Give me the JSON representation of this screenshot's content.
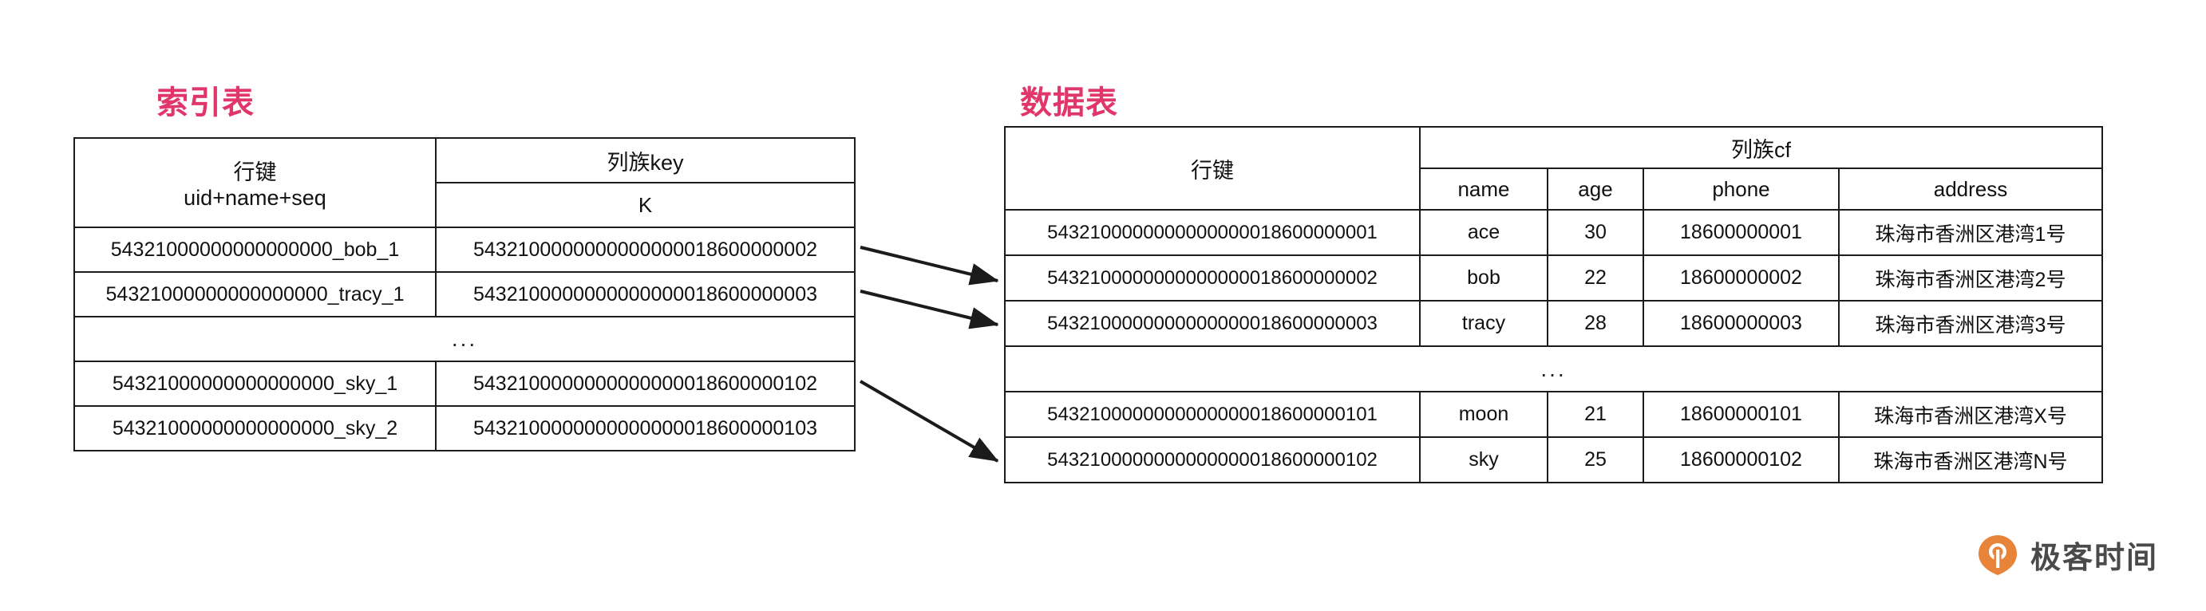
{
  "diagram": {
    "background": "#ffffff",
    "title_color": "#e0366b",
    "line_color": "#1b1b1b"
  },
  "index_table": {
    "title": "索引表",
    "headers": {
      "rowkey_line1": "行键",
      "rowkey_line2": "uid+name+seq",
      "colfamily": "列族key",
      "colfamily_sub": "K"
    },
    "ellipsis": "...",
    "rows": [
      {
        "rowkey": "54321000000000000000_bob_1",
        "value": "5432100000000000000018600000002"
      },
      {
        "rowkey": "54321000000000000000_tracy_1",
        "value": "5432100000000000000018600000003"
      },
      {
        "rowkey": "54321000000000000000_sky_1",
        "value": "5432100000000000000018600000102"
      },
      {
        "rowkey": "54321000000000000000_sky_2",
        "value": "5432100000000000000018600000103"
      }
    ]
  },
  "data_table": {
    "title": "数据表",
    "headers": {
      "rowkey": "行键",
      "colfamily": "列族cf",
      "columns": [
        "name",
        "age",
        "phone",
        "address"
      ]
    },
    "ellipsis": "...",
    "rows": [
      {
        "rowkey": "5432100000000000000018600000001",
        "name": "ace",
        "age": "30",
        "phone": "18600000001",
        "address": "珠海市香洲区港湾1号"
      },
      {
        "rowkey": "5432100000000000000018600000002",
        "name": "bob",
        "age": "22",
        "phone": "18600000002",
        "address": "珠海市香洲区港湾2号"
      },
      {
        "rowkey": "5432100000000000000018600000003",
        "name": "tracy",
        "age": "28",
        "phone": "18600000003",
        "address": "珠海市香洲区港湾3号"
      },
      {
        "rowkey": "5432100000000000000018600000101",
        "name": "moon",
        "age": "21",
        "phone": "18600000101",
        "address": "珠海市香洲区港湾X号"
      },
      {
        "rowkey": "5432100000000000000018600000102",
        "name": "sky",
        "age": "25",
        "phone": "18600000102",
        "address": "珠海市香洲区港湾N号"
      }
    ]
  },
  "arrows": [
    {
      "label": "bob-index-to-data-row"
    },
    {
      "label": "tracy-index-to-data-row"
    },
    {
      "label": "sky-index-to-data-row"
    }
  ],
  "brand": {
    "name": "极客时间",
    "mark_color": "#e8833a"
  }
}
